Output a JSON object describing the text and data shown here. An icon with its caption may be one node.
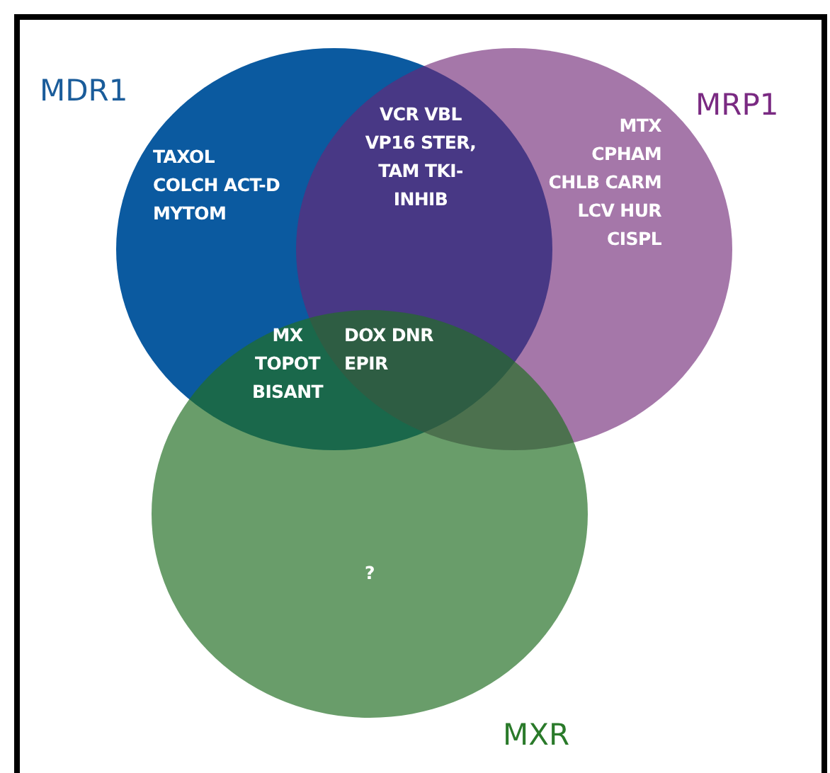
{
  "diagram": {
    "nodes": [
      {
        "text": [
          "MDR1",
          "TAXOL COLCH ACT-D MYTOM"
        ]
      },
      {
        "text": [
          "MRP1",
          "MTX CPHAM CHLB CARM LCV HUR CISPL"
        ]
      },
      {
        "text": [
          "MXR",
          "?"
        ]
      }
    ],
    "labels": [
      "VCR VBL VP16 STER, TAM TKI-INHIB",
      "MX TOPOT BISANT",
      "DOX DNR EPIR"
    ]
  }
}
